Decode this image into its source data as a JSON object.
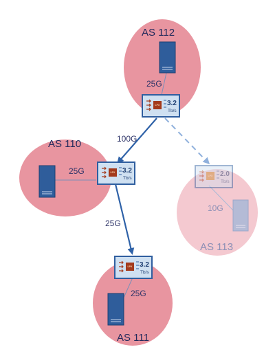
{
  "colors": {
    "as_fill": "#e58a96",
    "as_fill_faded": "#f3c6cd",
    "server": "#2f5d9b",
    "server_faded": "#9fb7d9",
    "link": "#2f62a8",
    "switch_border": "#2f5e9f",
    "switch_fill": "#cfe0f1",
    "chip": "#a33a1c"
  },
  "domains": {
    "as112": {
      "label": "AS 112"
    },
    "as110": {
      "label": "AS 110"
    },
    "as111": {
      "label": "AS 111"
    },
    "as113": {
      "label": "AS 113"
    }
  },
  "switches": {
    "sw112": {
      "capacity": "3.2",
      "unit": "Tb/s",
      "chip": "LPX"
    },
    "sw110": {
      "capacity": "3.2",
      "unit": "Tb/s",
      "chip": "LPX"
    },
    "sw111": {
      "capacity": "3.2",
      "unit": "Tb/s",
      "chip": "LPX"
    },
    "sw113": {
      "capacity": "2.0",
      "unit": "Tb/s",
      "chip": "LPX"
    }
  },
  "links": {
    "host112": {
      "speed": "25G"
    },
    "host110": {
      "speed": "25G"
    },
    "host111": {
      "speed": "25G"
    },
    "host113": {
      "speed": "10G"
    },
    "sw112_sw110": {
      "speed": "100G"
    },
    "sw110_sw111": {
      "speed": "25G"
    }
  },
  "icons": {
    "server": "server-icon",
    "switch": "switch-icon"
  }
}
